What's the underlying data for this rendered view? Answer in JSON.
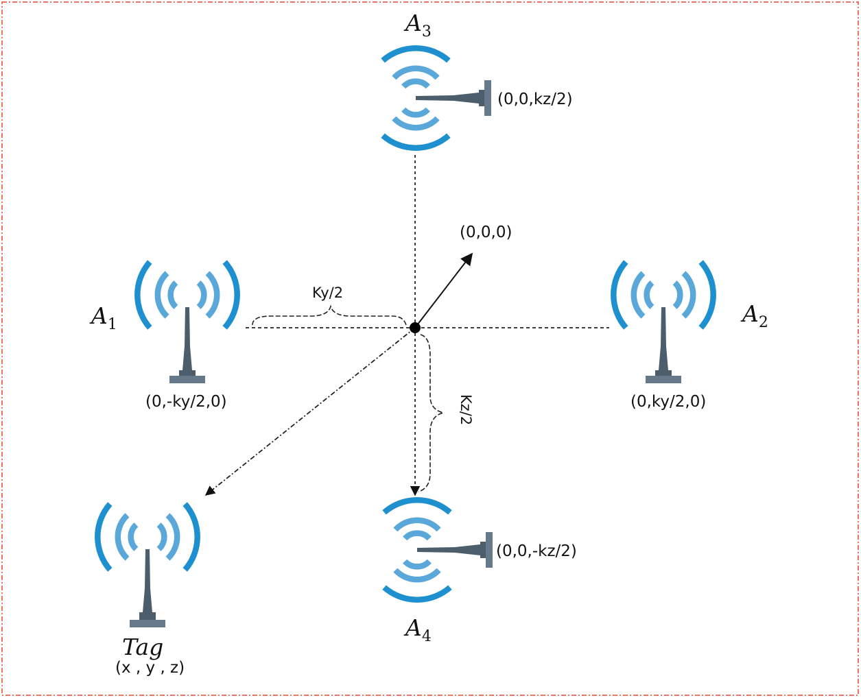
{
  "colors": {
    "frame": "#e8432f",
    "wave_dark": "#1e90cf",
    "wave_light": "#5aa7da",
    "antenna_body": "#4c5e6c",
    "antenna_base": "#66798a",
    "lines": "#222222"
  },
  "origin": {
    "label": "(0,0,0)"
  },
  "dimensions": {
    "ky": "Ky/2",
    "kz": "Kz/2"
  },
  "antennas": {
    "a1": {
      "name": "A",
      "sub": "1",
      "coord": "(0,-ky/2,0)"
    },
    "a2": {
      "name": "A",
      "sub": "2",
      "coord": "(0,ky/2,0)"
    },
    "a3": {
      "name": "A",
      "sub": "3",
      "coord": "(0,0,kz/2)"
    },
    "a4": {
      "name": "A",
      "sub": "4",
      "coord": "(0,0,-kz/2)"
    }
  },
  "tag": {
    "name": "Tag",
    "coord": "(x , y , z)"
  },
  "icons": {
    "antenna": "radio-antenna-icon",
    "origin": "origin-point-icon"
  }
}
